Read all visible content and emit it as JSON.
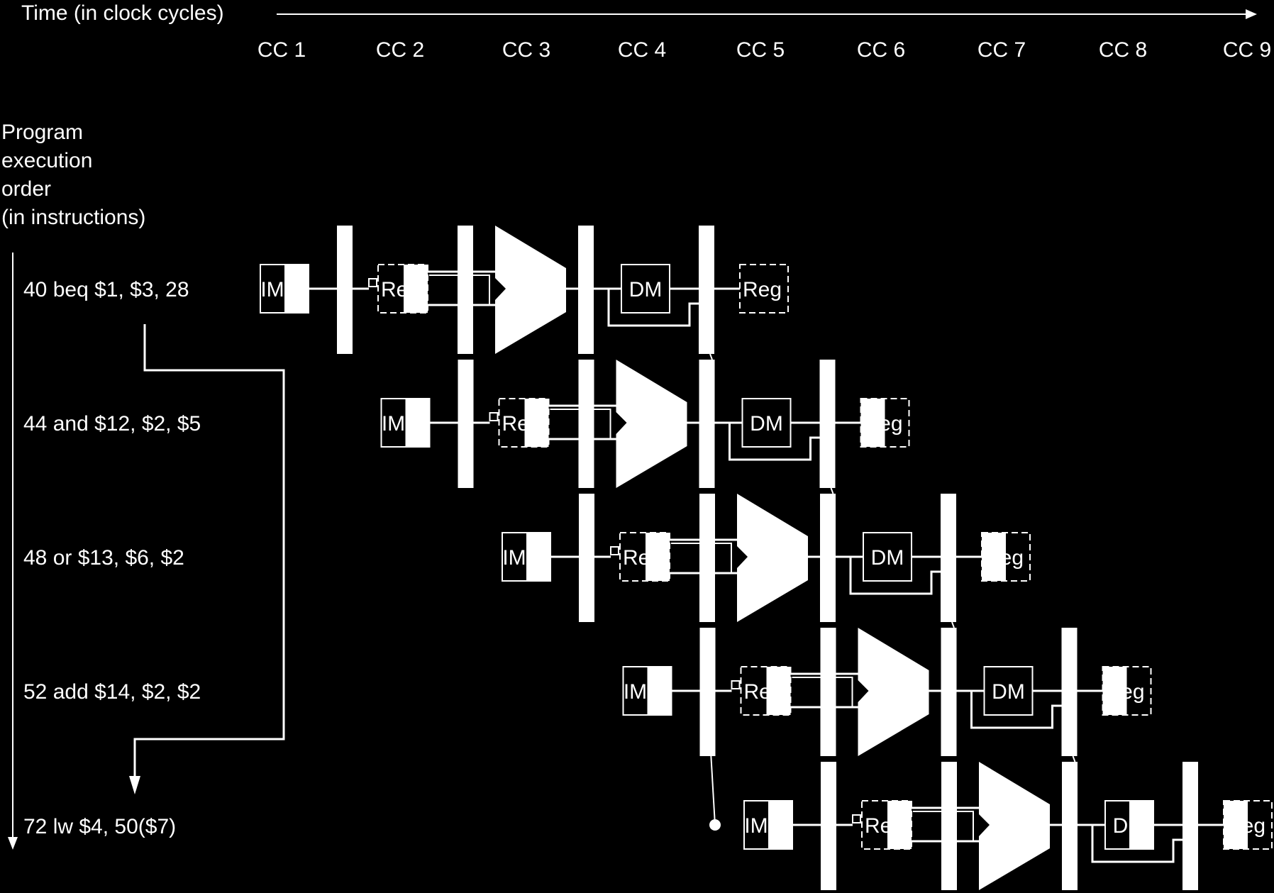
{
  "header": {
    "time_label": "Time (in clock cycles)",
    "cycles": [
      "CC 1",
      "CC 2",
      "CC 3",
      "CC 4",
      "CC 5",
      "CC 6",
      "CC 7",
      "CC 8",
      "CC 9"
    ]
  },
  "order_label": [
    "Program",
    "execution",
    "order",
    "(in instructions)"
  ],
  "instructions": [
    "40 beq $1, $3, 28",
    "44 and $12, $2, $5",
    "48 or $13, $6, $2",
    "52 add $14, $2, $2",
    "72 lw $4, 50($7)"
  ],
  "stage_labels": {
    "im": "IM",
    "reg": "Reg",
    "dm": "DM"
  },
  "colors": {
    "background": "#000000",
    "foreground": "#ffffff"
  }
}
